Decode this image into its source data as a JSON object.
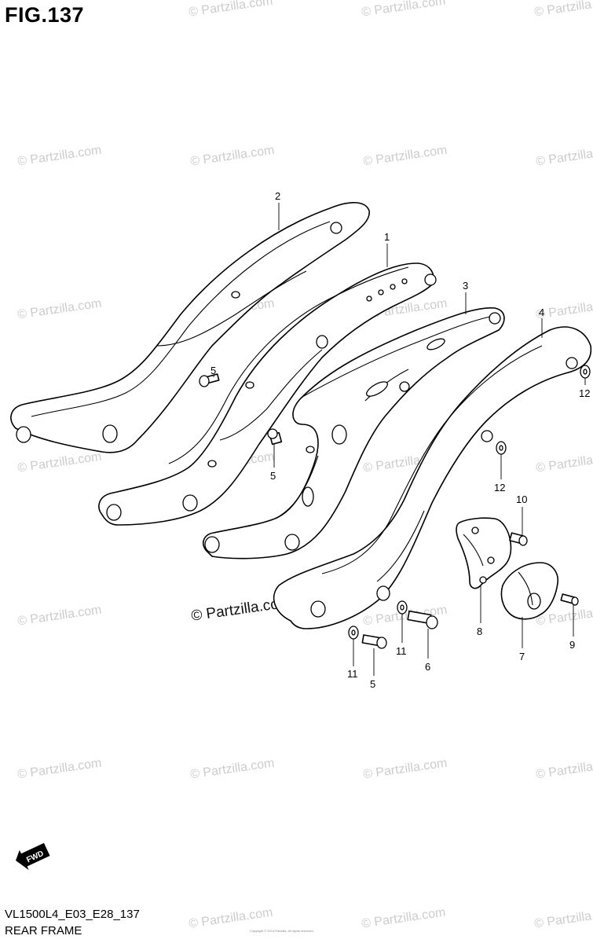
{
  "figure": {
    "title": "FIG.137",
    "code": "VL1500L4_E03_E28_137",
    "name": "REAR FRAME",
    "copyright": "Copyright © 2014 Partzilla. All rights reserved."
  },
  "watermark": {
    "text": "© Partzilla.com",
    "prominent_text": "© Partzilla.com"
  },
  "fwd_label": "FWD",
  "callouts": {
    "c1": "1",
    "c2": "2",
    "c3": "3",
    "c4": "4",
    "c5a": "5",
    "c5b": "5",
    "c5c": "5",
    "c6": "6",
    "c7": "7",
    "c8": "8",
    "c9": "9",
    "c10": "10",
    "c11a": "11",
    "c11b": "11",
    "c12a": "12",
    "c12b": "12"
  },
  "colors": {
    "line": "#000000",
    "watermark": "#cccccc",
    "background": "#ffffff"
  }
}
